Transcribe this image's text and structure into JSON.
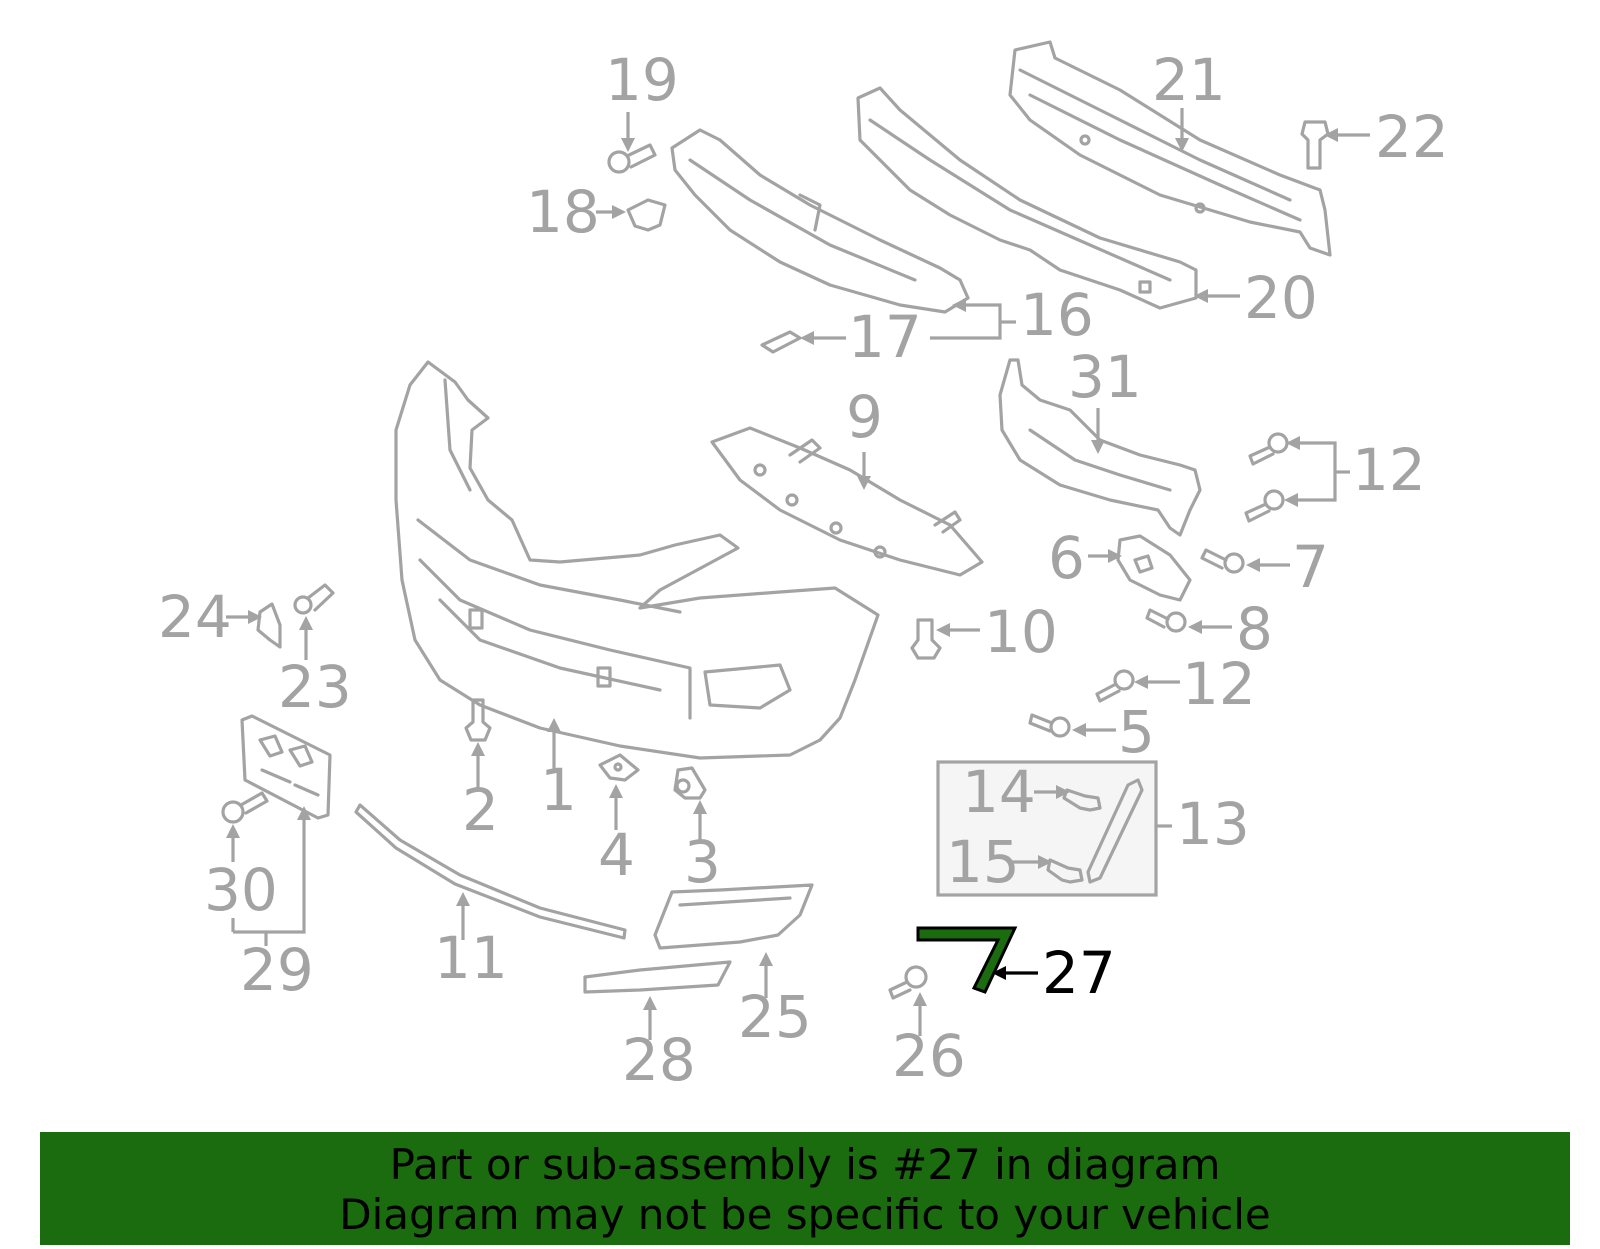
{
  "callouts": {
    "c1": "1",
    "c2": "2",
    "c3": "3",
    "c4": "4",
    "c5": "5",
    "c6": "6",
    "c7": "7",
    "c8": "8",
    "c9": "9",
    "c10": "10",
    "c11": "11",
    "c12a": "12",
    "c12b": "12",
    "c13": "13",
    "c14": "14",
    "c15": "15",
    "c16": "16",
    "c17": "17",
    "c18": "18",
    "c19": "19",
    "c20": "20",
    "c21": "21",
    "c22": "22",
    "c23": "23",
    "c24": "24",
    "c25": "25",
    "c26": "26",
    "c27": "27",
    "c28": "28",
    "c29": "29",
    "c30": "30",
    "c31": "31"
  },
  "highlight": {
    "part_number": "27",
    "color": "#1b6b0f"
  },
  "banner": {
    "line1": "Part or sub-assembly is #27 in diagram",
    "line2": "Diagram may not be specific to your vehicle",
    "background": "#1b6b0f"
  }
}
